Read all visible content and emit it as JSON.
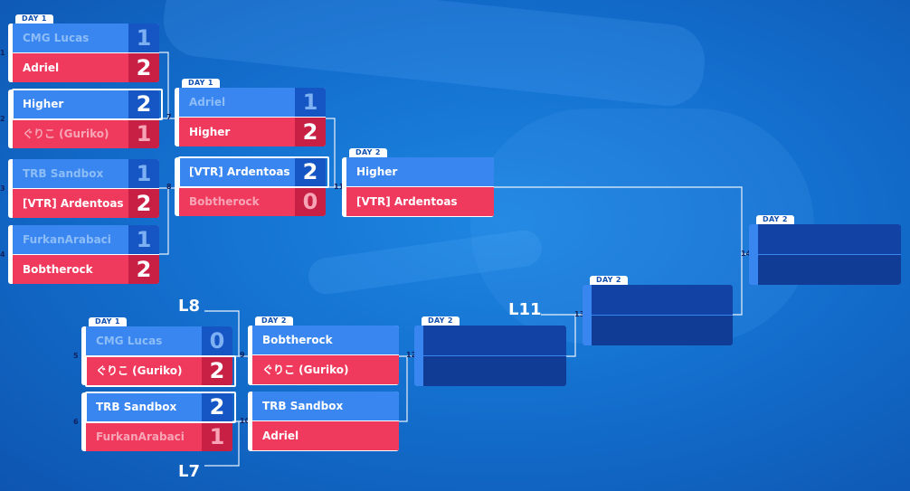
{
  "days": {
    "day1": "DAY 1",
    "day2": "DAY 2"
  },
  "matches": [
    {
      "num": "1",
      "day": "DAY 1",
      "top": {
        "name": "CMG Lucas",
        "score": "1"
      },
      "bottom": {
        "name": "Adriel",
        "score": "2"
      }
    },
    {
      "num": "2",
      "day": "",
      "top": {
        "name": "Higher",
        "score": "2"
      },
      "bottom": {
        "name": "ぐりこ (Guriko)",
        "score": "1"
      }
    },
    {
      "num": "3",
      "day": "",
      "top": {
        "name": "TRB Sandbox",
        "score": "1"
      },
      "bottom": {
        "name": "[VTR] Ardentoas",
        "score": "2"
      }
    },
    {
      "num": "4",
      "day": "",
      "top": {
        "name": "FurkanArabaci",
        "score": "1"
      },
      "bottom": {
        "name": "Bobtherock",
        "score": "2"
      }
    },
    {
      "num": "7",
      "day": "DAY 1",
      "top": {
        "name": "Adriel",
        "score": "1"
      },
      "bottom": {
        "name": "Higher",
        "score": "2"
      }
    },
    {
      "num": "8",
      "day": "",
      "top": {
        "name": "[VTR] Ardentoas",
        "score": "2"
      },
      "bottom": {
        "name": "Bobtherock",
        "score": "0"
      }
    },
    {
      "num": "11",
      "day": "DAY 2",
      "top": {
        "name": "Higher",
        "score": ""
      },
      "bottom": {
        "name": "[VTR] Ardentoas",
        "score": ""
      }
    },
    {
      "num": "14",
      "day": "DAY 2",
      "top": {
        "name": "",
        "score": ""
      },
      "bottom": {
        "name": "",
        "score": ""
      }
    },
    {
      "num": "13",
      "day": "DAY 2",
      "top": {
        "name": "",
        "score": ""
      },
      "bottom": {
        "name": "",
        "score": ""
      }
    },
    {
      "num": "12",
      "day": "DAY 2",
      "top": {
        "name": "",
        "score": ""
      },
      "bottom": {
        "name": "",
        "score": ""
      }
    },
    {
      "num": "9",
      "day": "DAY 2",
      "top": {
        "name": "Bobtherock",
        "score": ""
      },
      "bottom": {
        "name": "ぐりこ (Guriko)",
        "score": ""
      }
    },
    {
      "num": "10",
      "day": "",
      "top": {
        "name": "TRB Sandbox",
        "score": ""
      },
      "bottom": {
        "name": "Adriel",
        "score": ""
      }
    },
    {
      "num": "5",
      "day": "DAY 1",
      "top": {
        "name": "CMG Lucas",
        "score": "0"
      },
      "bottom": {
        "name": "ぐりこ (Guriko)",
        "score": "2"
      }
    },
    {
      "num": "6",
      "day": "",
      "top": {
        "name": "TRB Sandbox",
        "score": "2"
      },
      "bottom": {
        "name": "FurkanArabaci",
        "score": "1"
      }
    }
  ],
  "loser_refs": {
    "l8": "L8",
    "l7": "L7",
    "l11": "L11"
  }
}
